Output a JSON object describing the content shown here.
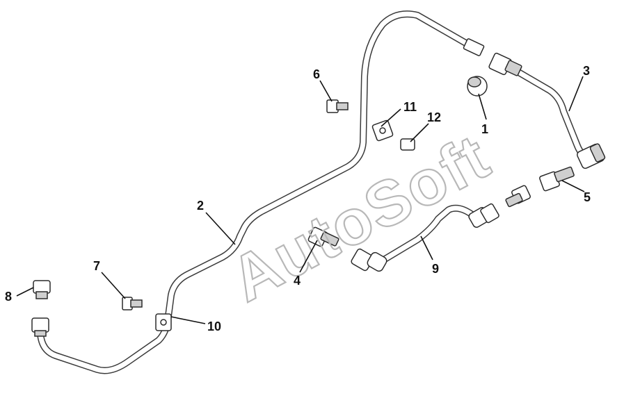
{
  "diagram": {
    "watermark": "AutoSoft",
    "callouts": [
      {
        "id": "callout-1",
        "label": "1"
      },
      {
        "id": "callout-2",
        "label": "2"
      },
      {
        "id": "callout-3",
        "label": "3"
      },
      {
        "id": "callout-4",
        "label": "4"
      },
      {
        "id": "callout-5",
        "label": "5"
      },
      {
        "id": "callout-6",
        "label": "6"
      },
      {
        "id": "callout-7",
        "label": "7"
      },
      {
        "id": "callout-8",
        "label": "8"
      },
      {
        "id": "callout-9",
        "label": "9"
      },
      {
        "id": "callout-10",
        "label": "10"
      },
      {
        "id": "callout-11",
        "label": "11"
      },
      {
        "id": "callout-12",
        "label": "12"
      }
    ]
  }
}
